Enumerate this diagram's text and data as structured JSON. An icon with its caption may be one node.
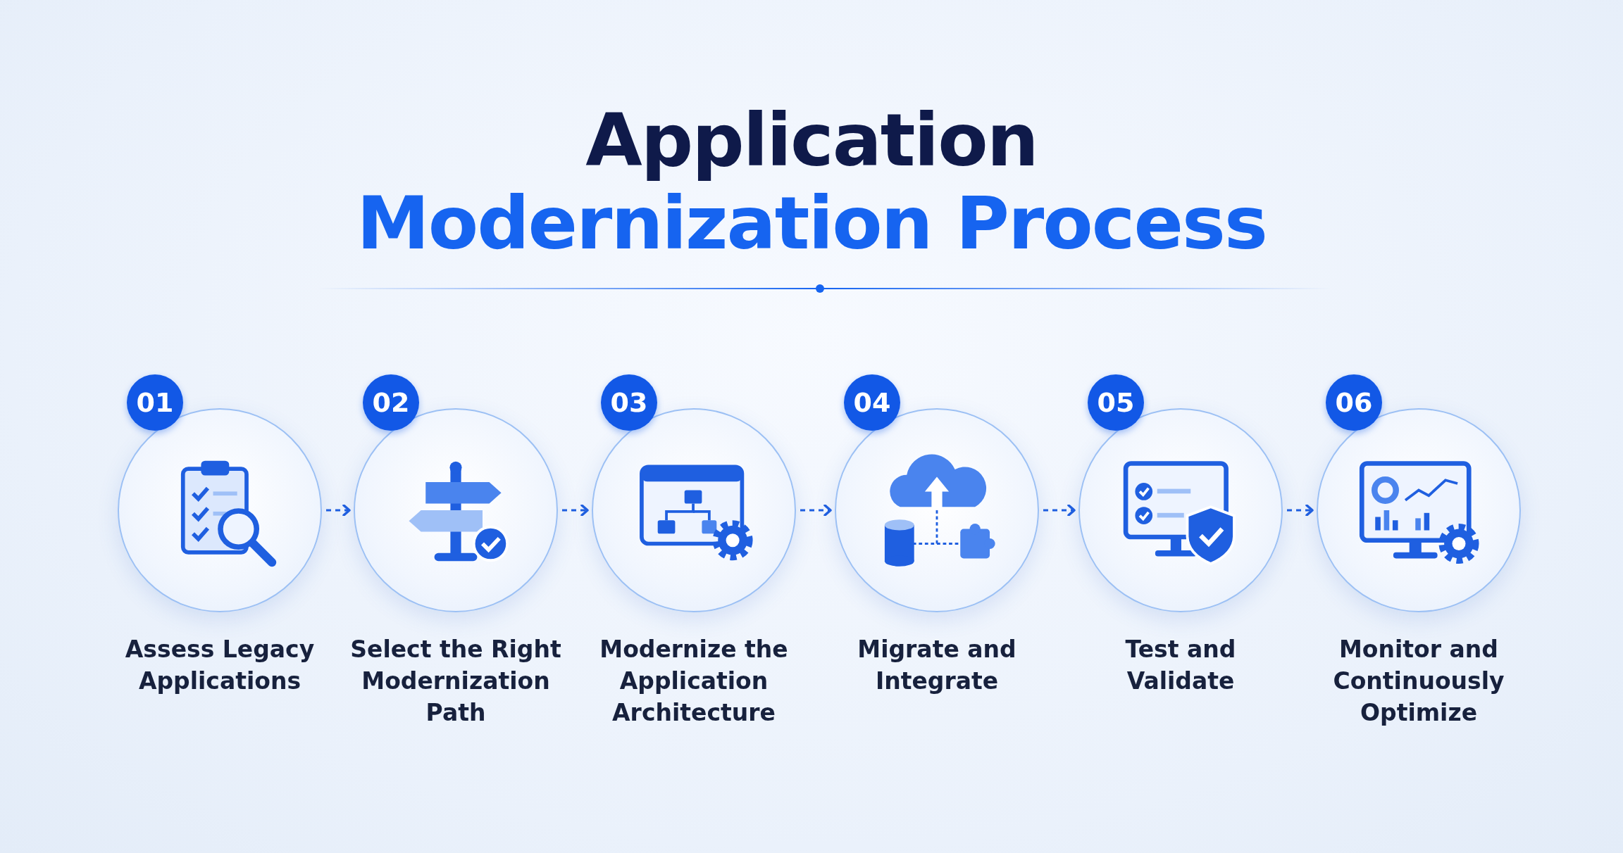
{
  "diagram": {
    "title": "Application Modernization Process",
    "nodes": [
      {
        "text": [
          "01",
          "Assess Legacy Applications"
        ]
      },
      {
        "text": [
          "02",
          "Select the Right Modernization Path"
        ]
      },
      {
        "text": [
          "03",
          "Modernize the Application Architecture"
        ]
      },
      {
        "text": [
          "04",
          "Migrate and Integrate"
        ]
      },
      {
        "text": [
          "05",
          "Test and Validate"
        ]
      },
      {
        "text": [
          "06",
          "Monitor and Continuously Optimize"
        ]
      }
    ],
    "edges": [
      {
        "from": 0,
        "to": 1,
        "arrow": "to",
        "style": "dashed"
      },
      {
        "from": 1,
        "to": 2,
        "arrow": "to",
        "style": "dashed"
      },
      {
        "from": 2,
        "to": 3,
        "arrow": "to",
        "style": "dashed"
      },
      {
        "from": 3,
        "to": 4,
        "arrow": "to",
        "style": "dashed"
      },
      {
        "from": 4,
        "to": 5,
        "arrow": "to",
        "style": "dashed"
      }
    ]
  }
}
